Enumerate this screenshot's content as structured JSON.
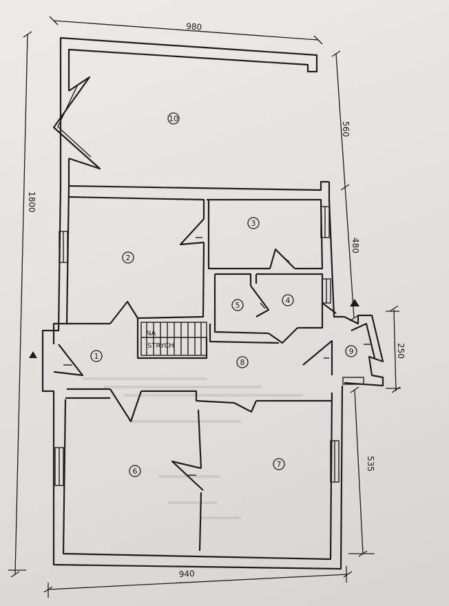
{
  "dimensions": {
    "top_width": "980",
    "right_upper": "560",
    "right_middle": "480",
    "right_entry": "250",
    "right_lower": "535",
    "left_total": "1800",
    "bottom_width": "940"
  },
  "rooms": [
    "10",
    "2",
    "3",
    "5",
    "4",
    "1",
    "8",
    "9",
    "6",
    "7"
  ],
  "stairs": {
    "line1": "NA",
    "line2": "STRYCH"
  }
}
